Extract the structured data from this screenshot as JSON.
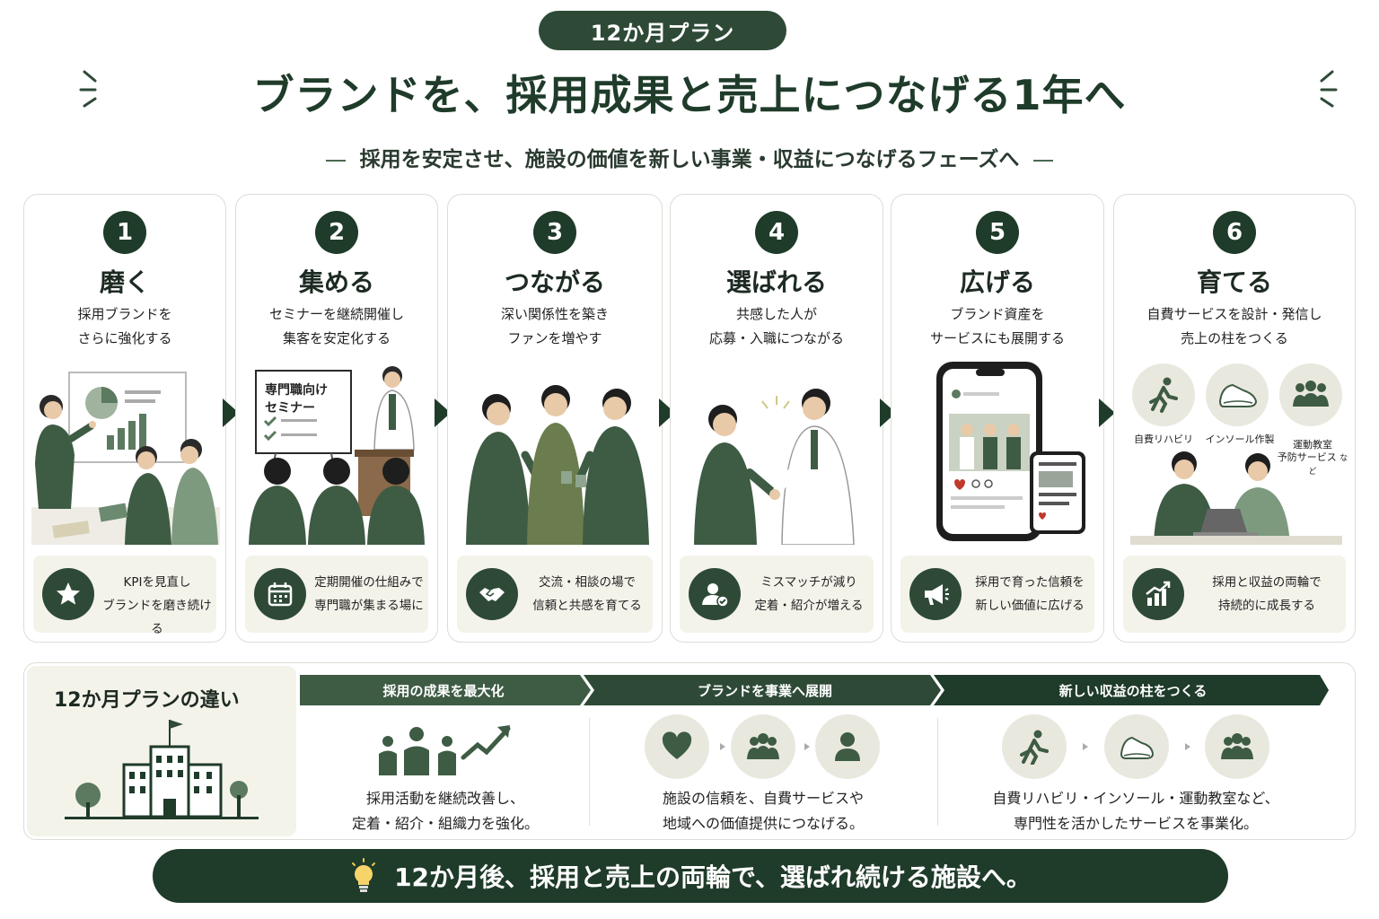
{
  "header": {
    "plan_label": "12か月プラン",
    "title": "ブランドを、採用成果と売上につなげる1年へ",
    "subtitle": "採用を安定させ、施設の価値を新しい事業・収益につなげるフェーズへ"
  },
  "steps": [
    {
      "number": "1",
      "title": "磨く",
      "desc1": "採用ブランドを",
      "desc2": "さらに強化する",
      "foot1": "KPIを見直し",
      "foot2": "ブランドを磨き続ける",
      "foot_icon": "star-icon"
    },
    {
      "number": "2",
      "title": "集める",
      "desc1": "セミナーを継続開催し",
      "desc2": "集客を安定化する",
      "slide_line1": "専門職向け",
      "slide_line2": "セミナー",
      "foot1": "定期開催の仕組みで",
      "foot2": "専門職が集まる場に",
      "foot_icon": "calendar-icon"
    },
    {
      "number": "3",
      "title": "つながる",
      "desc1": "深い関係性を築き",
      "desc2": "ファンを増やす",
      "foot1": "交流・相談の場で",
      "foot2": "信頼と共感を育てる",
      "foot_icon": "handshake-icon"
    },
    {
      "number": "4",
      "title": "選ばれる",
      "desc1": "共感した人が",
      "desc2": "応募・入職につながる",
      "foot1": "ミスマッチが減り",
      "foot2": "定着・紹介が増える",
      "foot_icon": "user-check-icon"
    },
    {
      "number": "5",
      "title": "広げる",
      "desc1": "ブランド資産を",
      "desc2": "サービスにも展開する",
      "foot1": "採用で育った信頼を",
      "foot2": "新しい価値に広げる",
      "foot_icon": "megaphone-icon"
    },
    {
      "number": "6",
      "title": "育てる",
      "desc1": "自費サービスを設計・発信し",
      "desc2": "売上の柱をつくる",
      "svc1": "自費リハビリ",
      "svc2": "インソール作製",
      "svc3": "運動教室",
      "svc4": "予防サービス",
      "svc_suffix": "など",
      "foot1": "採用と収益の両輪で",
      "foot2": "持続的に成長する",
      "foot_icon": "growth-chart-icon"
    }
  ],
  "difference": {
    "title": "12か月プランの違い",
    "columns": [
      {
        "band": "採用の成果を最大化",
        "text1": "採用活動を継続改善し、",
        "text2": "定着・紹介・組織力を強化。"
      },
      {
        "band": "ブランドを事業へ展開",
        "text1": "施設の信頼を、自費サービスや",
        "text2": "地域への価値提供につなげる。"
      },
      {
        "band": "新しい収益の柱をつくる",
        "text1": "自費リハビリ・インソール・運動教室など、",
        "text2": "専門性を活かしたサービスを事業化。"
      }
    ]
  },
  "conclusion": "12か月後、採用と売上の両輪で、選ばれ続ける施設へ。",
  "colors": {
    "primary": "#1f3b2a",
    "accent": "#2e4a37",
    "mid": "#5b7a5f",
    "light": "#f4f3ea"
  }
}
